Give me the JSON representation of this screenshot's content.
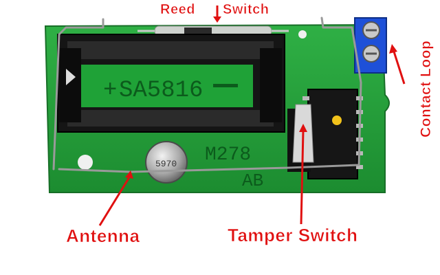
{
  "labels": {
    "reed_left": "Reed",
    "reed_right": "Switch",
    "antenna": "Antenna",
    "tamper": "Tamper Switch",
    "contact": "Contact Loop"
  },
  "silkscreen": {
    "chip": "SA5816",
    "board": "M278",
    "board_rev": "AB",
    "crystal": "5970"
  },
  "colors": {
    "label": "#e01010",
    "pcb": "#23a23a",
    "terminal": "#1e50d8"
  }
}
